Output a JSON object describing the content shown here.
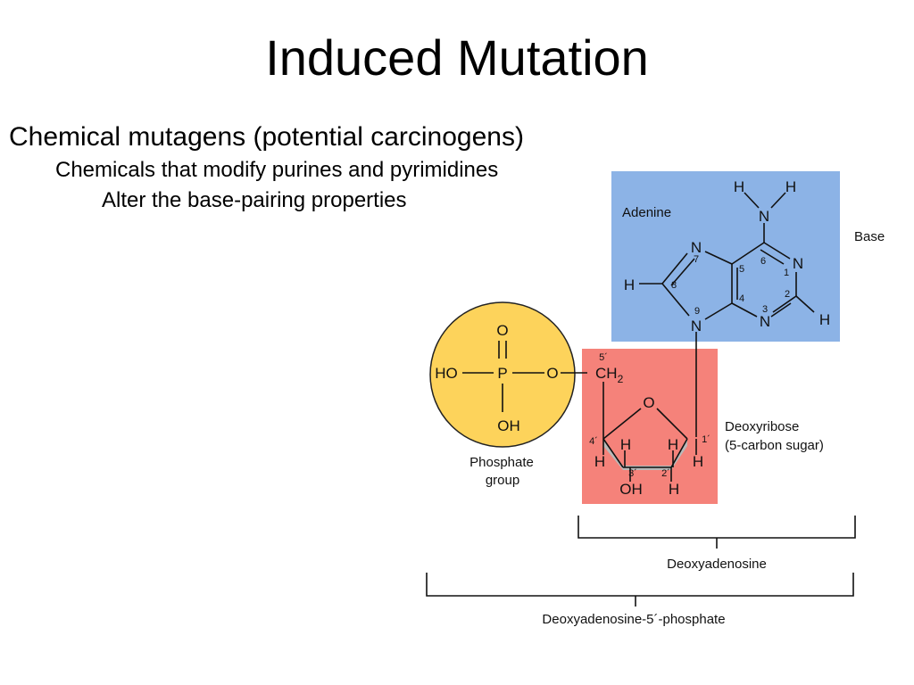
{
  "slide": {
    "title": "Induced Mutation",
    "bullets": [
      "Chemical mutagens (potential carcinogens)",
      "Chemicals that modify purines and pyrimidines",
      "Alter the base-pairing properties"
    ]
  },
  "diagram": {
    "colors": {
      "base_box": "#8cb3e6",
      "sugar_box": "#f5827a",
      "phosphate_circle": "#fdd35b",
      "ring_shade": "#b9b9b9"
    },
    "labels": {
      "adenine": "Adenine",
      "base": "Base",
      "sugar_name": "Deoxyribose",
      "sugar_desc": "(5-carbon sugar)",
      "phosphate_1": "Phosphate",
      "phosphate_2": "group",
      "deoxyadenosine": "Deoxyadenosine",
      "deoxyadenosine_phosphate": "Deoxyadenosine-5´-phosphate"
    },
    "atoms": {
      "H": "H",
      "N": "N",
      "O": "O",
      "P": "P",
      "HO": "HO",
      "OH": "OH",
      "CH": "CH",
      "sub2": "2"
    },
    "numbers": {
      "n1": "1",
      "n2": "2",
      "n3": "3",
      "n4": "4",
      "n5": "5",
      "n6": "6",
      "n7": "7",
      "n8": "8",
      "n9": "9",
      "p1": "1´",
      "p2": "2´",
      "p3": "3´",
      "p4": "4´",
      "p5": "5´"
    }
  }
}
